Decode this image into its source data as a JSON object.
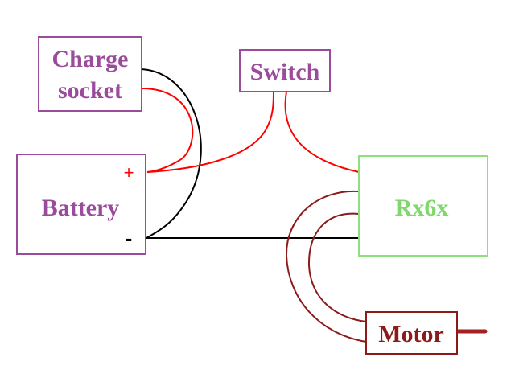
{
  "diagram": {
    "nodes": {
      "charge_socket": {
        "line1": "Charge",
        "line2": "socket"
      },
      "switch": {
        "label": "Switch"
      },
      "battery": {
        "label": "Battery",
        "plus": "+",
        "minus": "-"
      },
      "receiver": {
        "label": "Rx6x"
      },
      "motor": {
        "label": "Motor"
      }
    },
    "colors": {
      "box_border": "#9b4b9b",
      "label_purple": "#9b4b9b",
      "receiver_border": "#8ee07a",
      "receiver_label": "#7fd86a",
      "motor_border": "#8b1a1a",
      "motor_label": "#8b1a1a",
      "wire_red": "#ff0000",
      "wire_black": "#000000",
      "wire_darkred": "#8b1a1a"
    }
  }
}
